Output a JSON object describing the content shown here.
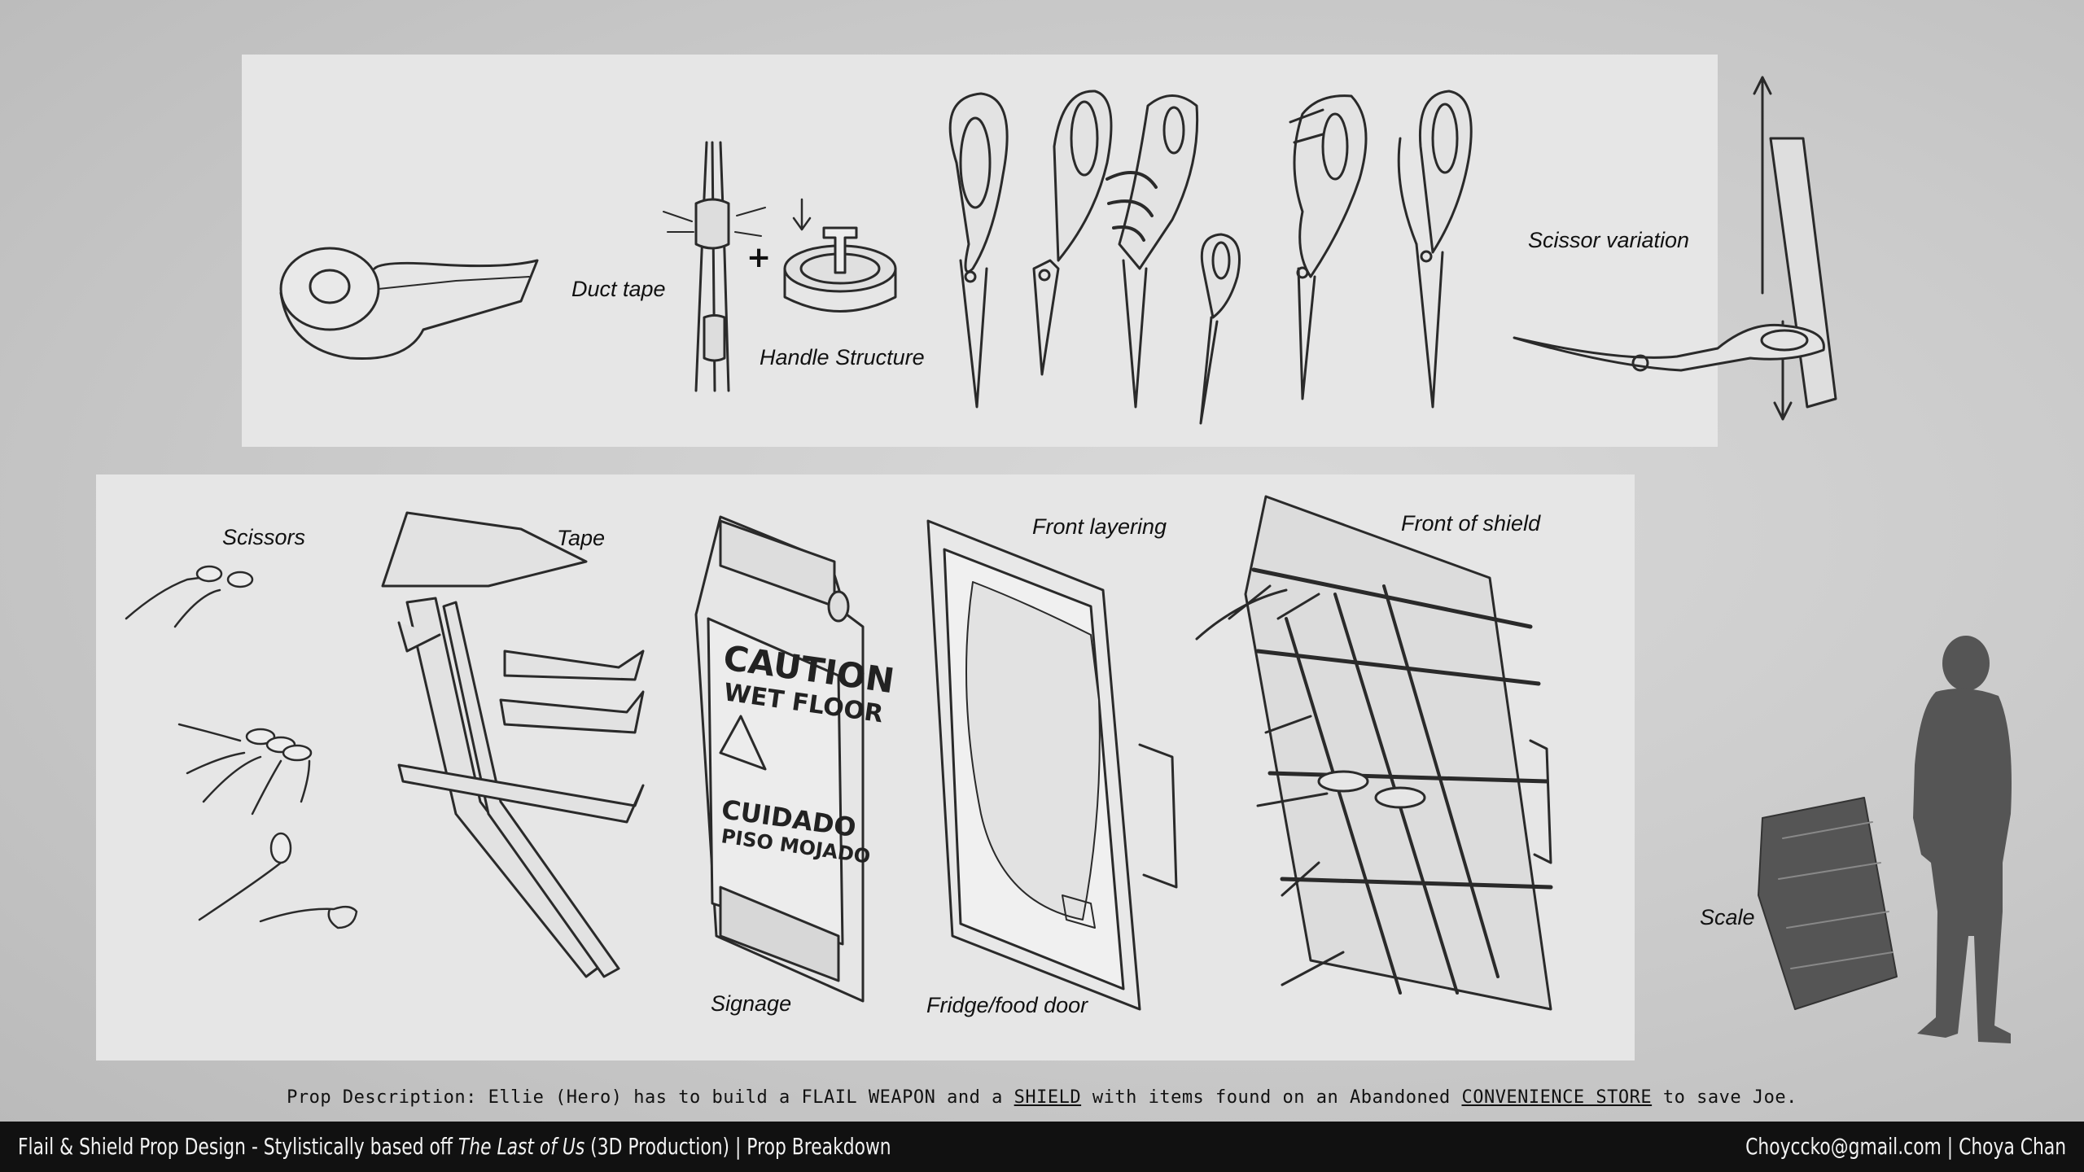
{
  "top_labels": {
    "duct_tape": "Duct tape",
    "handle_structure": "Handle Structure",
    "scissor_variation": "Scissor variation"
  },
  "bottom_labels": {
    "scissors": "Scissors",
    "tape": "Tape",
    "front_layering": "Front layering",
    "front_of_shield": "Front of shield",
    "signage": "Signage",
    "fridge_door": "Fridge/food door",
    "scale": "Scale"
  },
  "sign_text": {
    "line1": "CAUTION",
    "line2": "WET FLOOR",
    "line3": "CUIDADO",
    "line4": "PISO MOJADO"
  },
  "description": {
    "part1": "Prop Description: Ellie (Hero) has to build a ",
    "flail": "FLAIL WEAPON",
    "part2": " and a ",
    "shield": "SHIELD",
    "part3": " with items found on an Abandoned ",
    "store": "CONVENIENCE STORE",
    "part4": " to save Joe."
  },
  "footer": {
    "left_prefix": "Flail & Shield Prop Design - Stylistically based off ",
    "left_title": "The Last of Us",
    "left_suffix": " (3D Production) | Prop Breakdown",
    "right": "Choyccko@gmail.com | Choya Chan"
  },
  "colors": {
    "background": "#c9c9c9",
    "panel": "#e6e6e6",
    "footer_bar": "#111111",
    "silhouette": "#555555"
  },
  "icons": [
    "duct-tape-roll",
    "scissors",
    "caution-sign",
    "door-frame",
    "shield",
    "person-silhouette",
    "arrows"
  ]
}
